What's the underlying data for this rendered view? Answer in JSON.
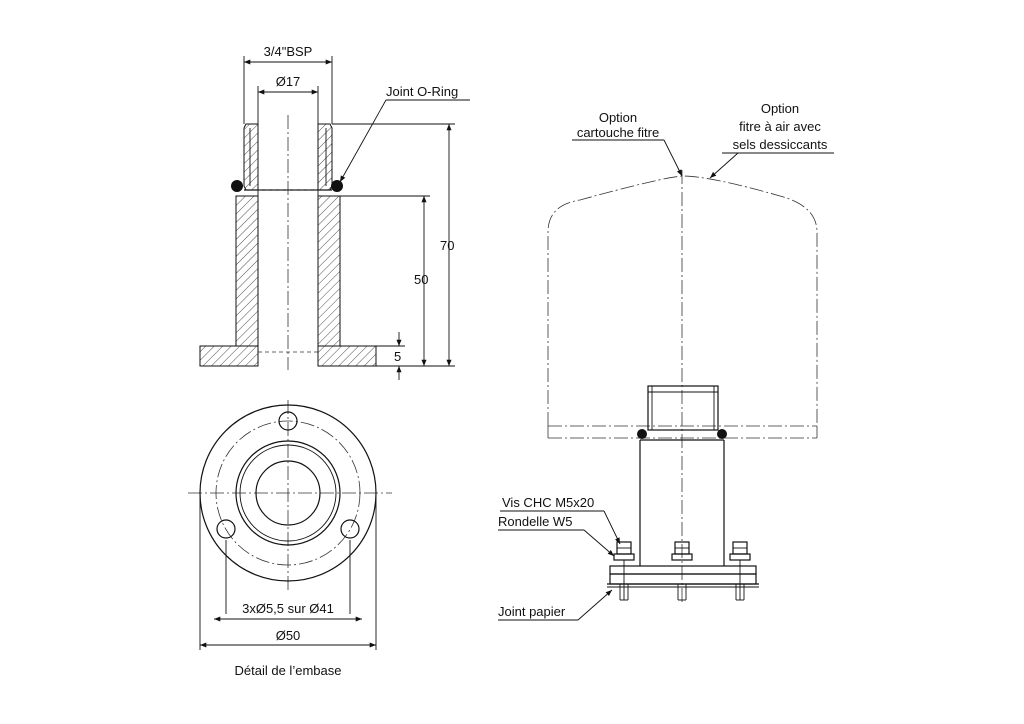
{
  "section": {
    "thread_label": "3/4\"BSP",
    "bore_label": "Ø17",
    "oring_label": "Joint O-Ring",
    "height_total": "70",
    "height_tube": "50",
    "flange_thickness": "5"
  },
  "plan": {
    "holes_label": "3xØ5,5 sur Ø41",
    "outer_diameter_label": "Ø50",
    "caption": "Détail de l’embase"
  },
  "assembly": {
    "option1_line1": "Option",
    "option1_line2": "cartouche fitre",
    "option2_line1": "Option",
    "option2_line2": "fitre à air avec",
    "option2_line3": "sels dessiccants",
    "screw_label": "Vis CHC M5x20",
    "washer_label": "Rondelle W5",
    "gasket_label": "Joint papier"
  }
}
